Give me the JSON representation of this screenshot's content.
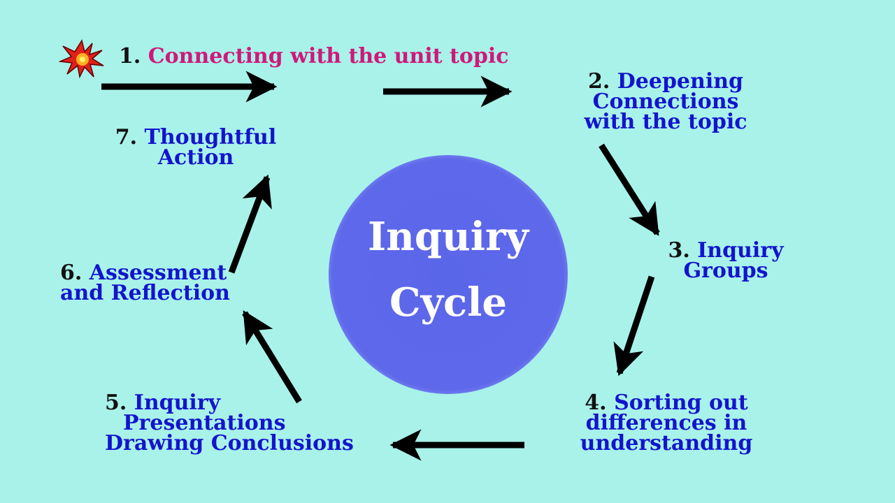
{
  "hub": {
    "line1": "Inquiry",
    "line2": "Cycle"
  },
  "steps": [
    {
      "num": "1.",
      "lines": [
        "Connecting with the unit topic"
      ]
    },
    {
      "num": "2.",
      "lines": [
        "Deepening",
        "Connections",
        "with the topic"
      ]
    },
    {
      "num": "3.",
      "lines": [
        "Inquiry",
        "Groups"
      ]
    },
    {
      "num": "4.",
      "lines": [
        "Sorting out",
        "differences in",
        "understanding"
      ]
    },
    {
      "num": "5.",
      "lines": [
        "Inquiry",
        "Presentations",
        "Drawing Conclusions"
      ]
    },
    {
      "num": "6.",
      "lines": [
        "Assessment",
        "and Reflection"
      ]
    },
    {
      "num": "7.",
      "lines": [
        "Thoughtful",
        "Action"
      ]
    }
  ],
  "colors": {
    "background": "#a8f2ea",
    "step_text": "#1414cc",
    "step1_text": "#d0187a",
    "number": "#111111",
    "arrow": "#000000",
    "hub_fill": "#5e68ea",
    "hub_text": "#ffffff"
  },
  "icons": {
    "start_marker": "starburst-icon"
  }
}
